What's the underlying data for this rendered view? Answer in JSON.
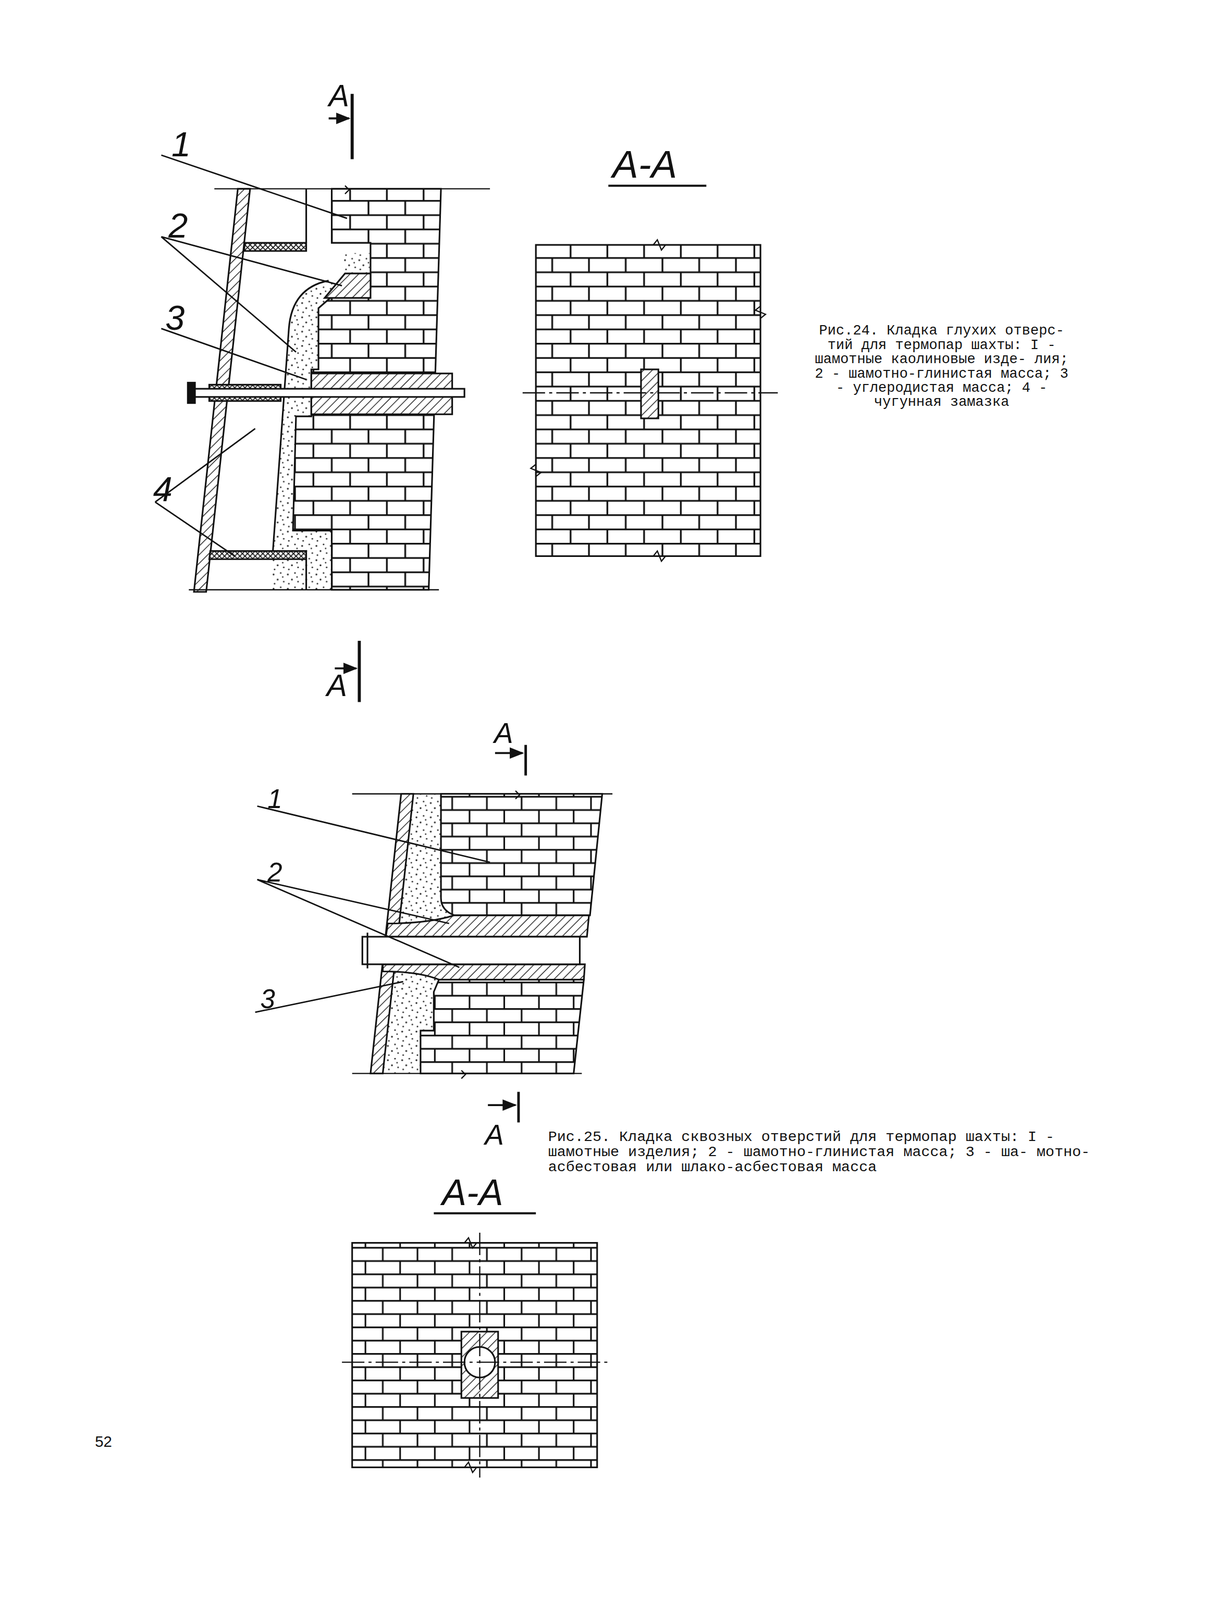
{
  "diagram": {
    "labels": [
      "А",
      "1",
      "2",
      "3",
      "4",
      "А-А",
      "Рис.24. Кладка глухих отверс- тий для термопар шахты: I - шамотные каолиновые изде- лия; 2 - шамотно-глинистая масса; 3 - углеродистая масса; 4 - чугунная замазка",
      "А",
      "А",
      "1",
      "2",
      "3",
      "А",
      "Рис.25. Кладка сквозных отверстий для термопар шахты: I - шамотные изделия; 2 - шамотно-глинистая масса; 3 - ша- мотно-асбестовая или шлако-асбестовая масса",
      "А-А",
      "52"
    ]
  }
}
